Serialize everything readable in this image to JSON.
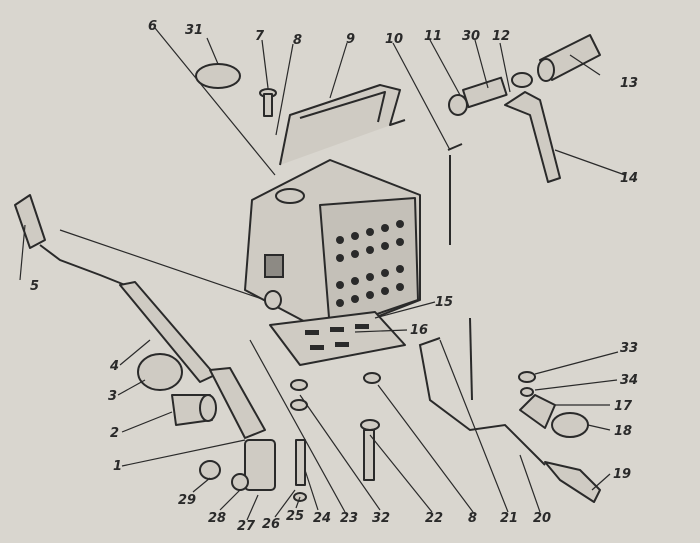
{
  "diagram": {
    "part_numbers": [
      "1",
      "2",
      "3",
      "4",
      "5",
      "6",
      "7",
      "8",
      "9",
      "10",
      "11",
      "12",
      "13",
      "14",
      "15",
      "16",
      "17",
      "18",
      "19",
      "20",
      "21",
      "22",
      "23",
      "24",
      "25",
      "26",
      "27",
      "28",
      "29",
      "30",
      "31",
      "32",
      "33",
      "34",
      "8"
    ]
  },
  "colors": {
    "paper": "#d9d6cf",
    "ink": "#2a2a2a"
  }
}
